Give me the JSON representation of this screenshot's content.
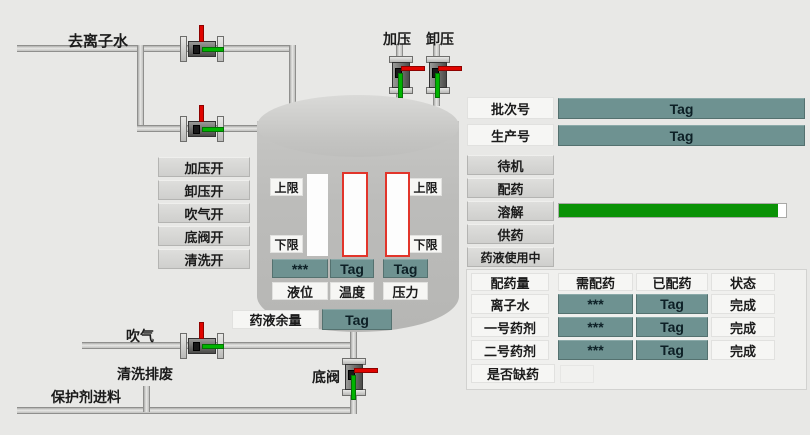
{
  "labels": {
    "deionized_water": "去离子水",
    "pressurize": "加压",
    "depressurize": "卸压",
    "blow_air": "吹气",
    "wash_drain": "清洗排废",
    "protectant_feed": "保护剂进料",
    "bottom_valve": "底阀"
  },
  "left_buttons": [
    "加压开",
    "卸压开",
    "吹气开",
    "底阀开",
    "清洗开"
  ],
  "tank": {
    "upper_limit_left": "上限",
    "upper_limit_right": "上限",
    "lower_limit_left": "下限",
    "lower_limit_right": "下限",
    "gauges": [
      {
        "value": "***",
        "label": "液位"
      },
      {
        "value": "Tag",
        "label": "温度"
      },
      {
        "value": "Tag",
        "label": "压力"
      }
    ],
    "remaining_label": "药液余量",
    "remaining_value": "Tag"
  },
  "info": {
    "batch_label": "批次号",
    "batch_value": "Tag",
    "production_label": "生产号",
    "production_value": "Tag"
  },
  "status_list": [
    "待机",
    "配药",
    "溶解",
    "供药",
    "药液使用中"
  ],
  "dissolve_progress_percent": 96.5,
  "table": {
    "headers": [
      "配药量",
      "需配药",
      "已配药",
      "状态"
    ],
    "rows": [
      {
        "name": "离子水",
        "required": "***",
        "dispensed": "Tag",
        "status": "完成"
      },
      {
        "name": "一号药剂",
        "required": "***",
        "dispensed": "Tag",
        "status": "完成"
      },
      {
        "name": "二号药剂",
        "required": "***",
        "dispensed": "Tag",
        "status": "完成"
      }
    ],
    "footer_label": "是否缺药"
  },
  "colors": {
    "teal": "#6e9291",
    "progress_green": "#0a9206",
    "valve_red": "#e00400",
    "valve_green": "#00b400"
  }
}
